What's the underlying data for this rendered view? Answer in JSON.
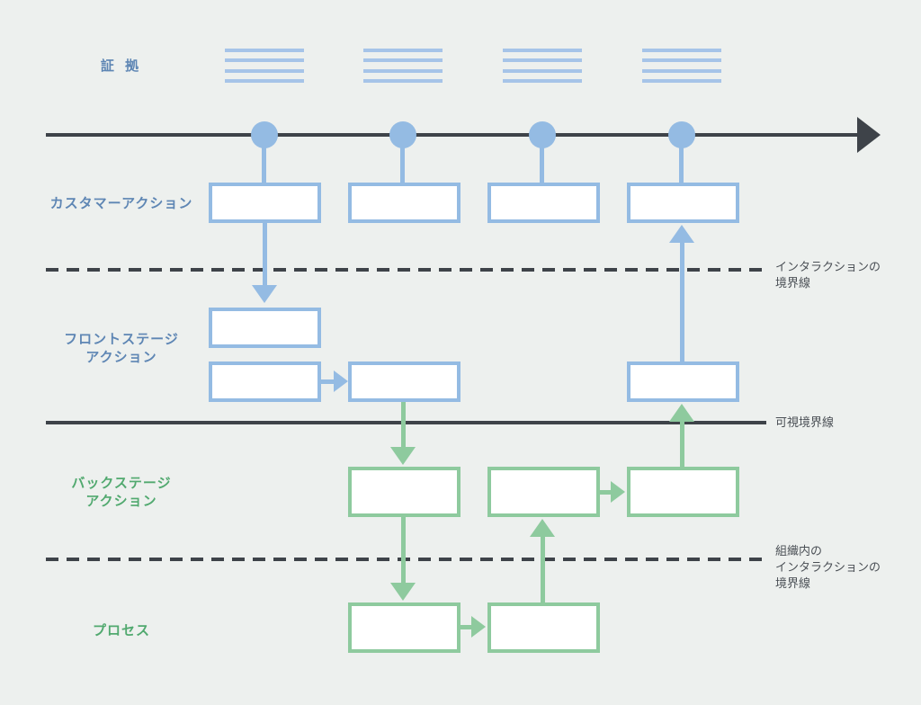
{
  "diagram": {
    "type_hint": "service-blueprint",
    "title_labels": {
      "evidence": "証 拠",
      "customer_actions": "カスタマーアクション",
      "frontstage_actions": "フロントステージ\nアクション",
      "backstage_actions": "バックステージ\nアクション",
      "process": "プロセス"
    },
    "boundary_labels": {
      "line_of_interaction": "インタラクションの\n境界線",
      "line_of_visibility": "可視境界線",
      "line_of_internal_interaction": "組織内の\nインタラクションの\n境界線"
    },
    "icons": {
      "evidence": "document-lines-icon",
      "timeline_node": "circle-node-icon",
      "timeline_end": "arrowhead-right-icon"
    },
    "counts": {
      "evidence_icons": 4,
      "timeline_nodes": 4,
      "customer_action_boxes": 4,
      "frontstage_action_boxes": 4,
      "backstage_action_boxes": 3,
      "process_boxes": 2
    },
    "colors": {
      "background": "#edf0ee",
      "blue_accent": "#94bbe3",
      "blue_light": "#a6c4e8",
      "blue_text": "#5e86b4",
      "green_accent": "#8eca9e",
      "green_text": "#51a96f",
      "dark_line": "#3e4349",
      "gray_text": "#4a4f55",
      "box_fill": "#ffffff"
    }
  }
}
